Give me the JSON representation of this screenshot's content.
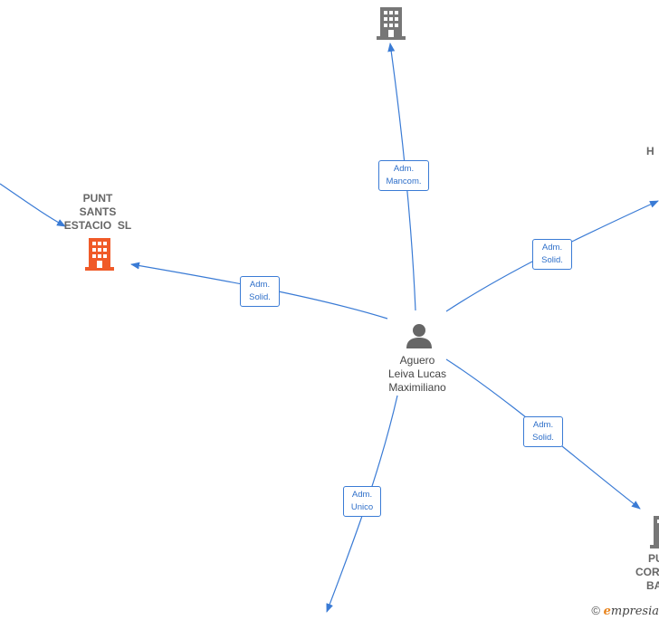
{
  "colors": {
    "edge": "#3a7bd5",
    "company_gray": "#777777",
    "company_highlight": "#f05a28",
    "person": "#666666"
  },
  "center_person": {
    "name_lines": [
      "Aguero",
      "Leiva Lucas",
      "Maximiliano"
    ],
    "icon": "person-icon"
  },
  "companies": [
    {
      "id": "top",
      "label_lines": [],
      "icon": "building-icon",
      "highlight": false
    },
    {
      "id": "left",
      "label_lines": [
        "PUNT",
        "SANTS",
        "ESTACIO  SL"
      ],
      "icon": "building-icon",
      "highlight": true
    },
    {
      "id": "right",
      "label_lines": [
        "H"
      ],
      "icon": "building-icon",
      "highlight": false
    },
    {
      "id": "bottom-right",
      "label_lines": [
        "PU",
        "CORI",
        "BA"
      ],
      "icon": "building-icon",
      "highlight": false
    },
    {
      "id": "bottom",
      "label_lines": [],
      "icon": "building-icon",
      "highlight": false
    }
  ],
  "relations": [
    {
      "to": "top",
      "line1": "Adm.",
      "line2": "Mancom."
    },
    {
      "to": "left",
      "line1": "Adm.",
      "line2": "Solid."
    },
    {
      "to": "right",
      "line1": "Adm.",
      "line2": "Solid."
    },
    {
      "to": "bottom-right",
      "line1": "Adm.",
      "line2": "Solid."
    },
    {
      "to": "bottom",
      "line1": "Adm.",
      "line2": "Unico"
    }
  ],
  "footer": {
    "copyright": "©",
    "brand_initial": "e",
    "brand_rest": "mpresia"
  }
}
